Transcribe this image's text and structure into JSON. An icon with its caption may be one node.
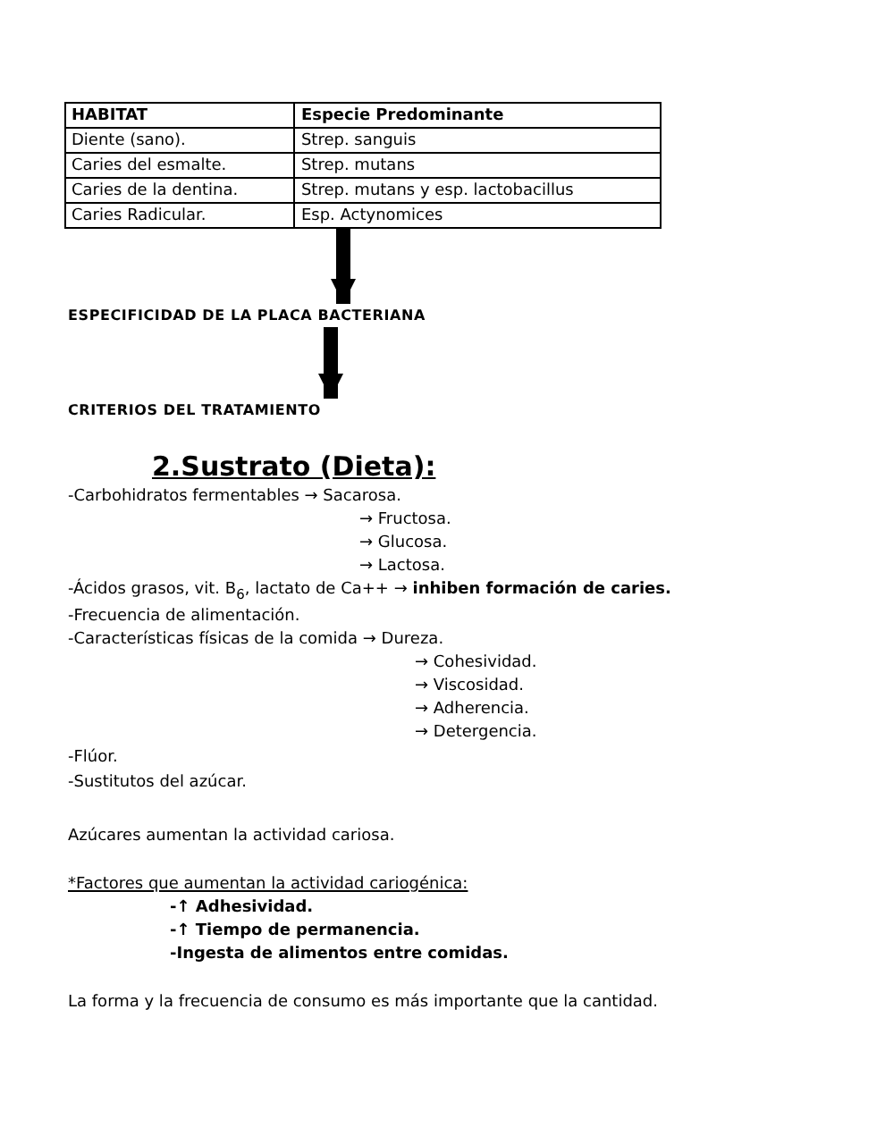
{
  "diagram": {
    "nodes": [
      {
        "text": [
          "HABITAT",
          "Especie Predominante",
          "Diente (sano).",
          "Strep. sanguis",
          "Caries del esmalte.",
          "Strep. mutans",
          "Caries de la dentina.",
          "Strep. mutans y esp. lactobacillus",
          "Caries Radicular.",
          "Esp. Actynomices"
        ]
      },
      {
        "text": [
          "ESPECIFICIDAD DE LA PLACA BACTERIANA"
        ]
      },
      {
        "text": [
          "CRITERIOS DEL TRATAMIENTO"
        ]
      }
    ],
    "edges": [
      {
        "from": 0,
        "to": 1,
        "arrow": "to"
      },
      {
        "from": 1,
        "to": 2,
        "arrow": "to"
      }
    ],
    "labels": [
      "2.Sustrato (Dieta):",
      "-Carbohidratos fermentables → Sacarosa.",
      "→ Fructosa.",
      "→ Glucosa.",
      "→ Lactosa.",
      "-Ácidos grasos, vit. B$_{6}$, lactato de Ca++ → **inhiben formación de caries.**",
      "-Frecuencia de alimentación.",
      "-Características físicas de la comida → Dureza.",
      "→ Cohesividad.",
      "→ Viscosidad.",
      "→ Adherencia.",
      "→ Detergencia.",
      "-Flúor.",
      "-Sustitutos del azúcar.",
      "Azúcares aumentan la actividad cariosa.",
      "*Factores que aumentan la actividad cariogénica:",
      "-↑ Adhesividad.",
      "-↑ Tiempo de permanencia.",
      "-Ingesta de alimentos entre comidas.",
      "La forma y la frecuencia de consumo es más importante que la cantidad."
    ]
  }
}
